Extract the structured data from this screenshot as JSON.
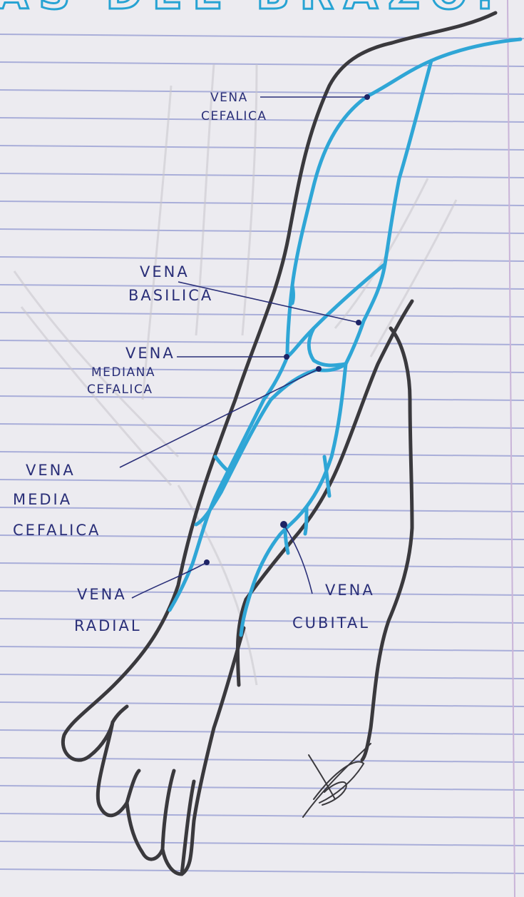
{
  "header_fragment": "AS DEL BRAZO.",
  "labels": {
    "vena_cefalica_1": "VENA",
    "vena_cefalica_2": "CEFALICA",
    "vena_basilica_1": "VENA",
    "vena_basilica_2": "BASILICA",
    "vena_mediana_1": "VENA",
    "vena_mediana_2": "MEDIANA",
    "vena_mediana_3": "CEFALICA",
    "vena_media_1": "VENA",
    "vena_media_2": "MEDIA",
    "vena_media_3": "CEFALICA",
    "vena_radial_1": "VENA",
    "vena_radial_2": "RADIAL",
    "vena_cubital_1": "VENA",
    "vena_cubital_2": "CUBITAL"
  },
  "colors": {
    "paper": "#ecebf0",
    "rule_line": "#a9aed9",
    "margin_line": "#c9b4d8",
    "outline": "#3a393d",
    "vein": "#2fa6d6",
    "label_ink": "#2a2f78",
    "header_ink": "#27a3d3"
  }
}
